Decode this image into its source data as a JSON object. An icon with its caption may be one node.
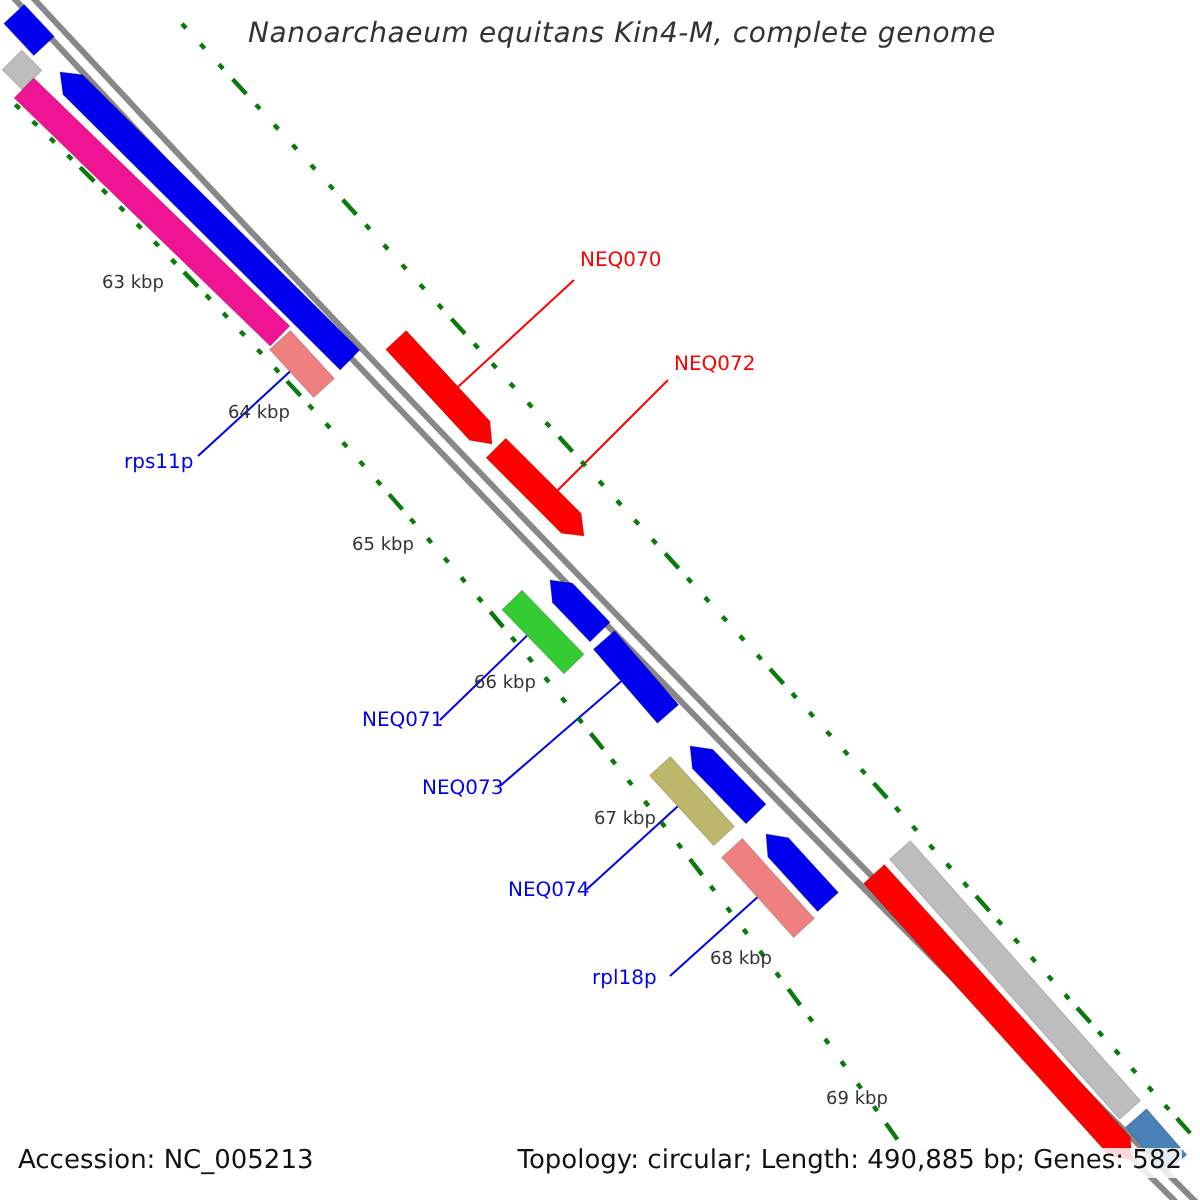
{
  "diagram": {
    "title": "Nanoarchaeum equitans Kin4-M, complete genome",
    "nodes": [
      {
        "text": [
          "NEQ070"
        ]
      },
      {
        "text": [],
        "shape": "bar"
      },
      {
        "text": [
          "NEQ072"
        ]
      },
      {
        "text": [],
        "shape": "bar"
      },
      {
        "text": [
          "rps11p"
        ]
      },
      {
        "text": [],
        "shape": "bar"
      },
      {
        "text": [
          "NEQ071"
        ]
      },
      {
        "text": [],
        "shape": "bar"
      },
      {
        "text": [
          "NEQ073"
        ]
      },
      {
        "text": [],
        "shape": "bar"
      },
      {
        "text": [
          "NEQ074"
        ]
      },
      {
        "text": [],
        "shape": "bar"
      },
      {
        "text": [
          "rpl18p"
        ]
      },
      {
        "text": [],
        "shape": "bar"
      },
      {
        "text": [],
        "shape": "bar"
      },
      {
        "text": [],
        "shape": "bar"
      },
      {
        "text": [],
        "shape": "bar"
      },
      {
        "text": [],
        "shape": "bar"
      },
      {
        "text": [],
        "shape": "bar"
      },
      {
        "text": [],
        "shape": "bar"
      },
      {
        "text": [],
        "shape": "bar"
      },
      {
        "text": [],
        "shape": "bar"
      },
      {
        "text": [],
        "shape": "bar"
      },
      {
        "text": [],
        "shape": "bar"
      }
    ],
    "edges": [
      {
        "from": 0,
        "to": 1,
        "arrow": "none",
        "color": "#ff0000"
      },
      {
        "from": 2,
        "to": 3,
        "arrow": "none",
        "color": "#ff0000"
      },
      {
        "from": 4,
        "to": 5,
        "arrow": "none"
      },
      {
        "from": 6,
        "to": 7,
        "arrow": "none"
      },
      {
        "from": 8,
        "to": 9,
        "arrow": "none"
      },
      {
        "from": 10,
        "to": 11,
        "arrow": "none"
      },
      {
        "from": 12,
        "to": 13,
        "arrow": "none"
      }
    ],
    "labels": [
      "63 kbp",
      "64 kbp",
      "65 kbp",
      "66 kbp",
      "67 kbp",
      "68 kbp",
      "69 kbp",
      "Accession: NC_005213",
      "Topology: circular; Length: 490,885 bp; Genes: 582"
    ]
  }
}
